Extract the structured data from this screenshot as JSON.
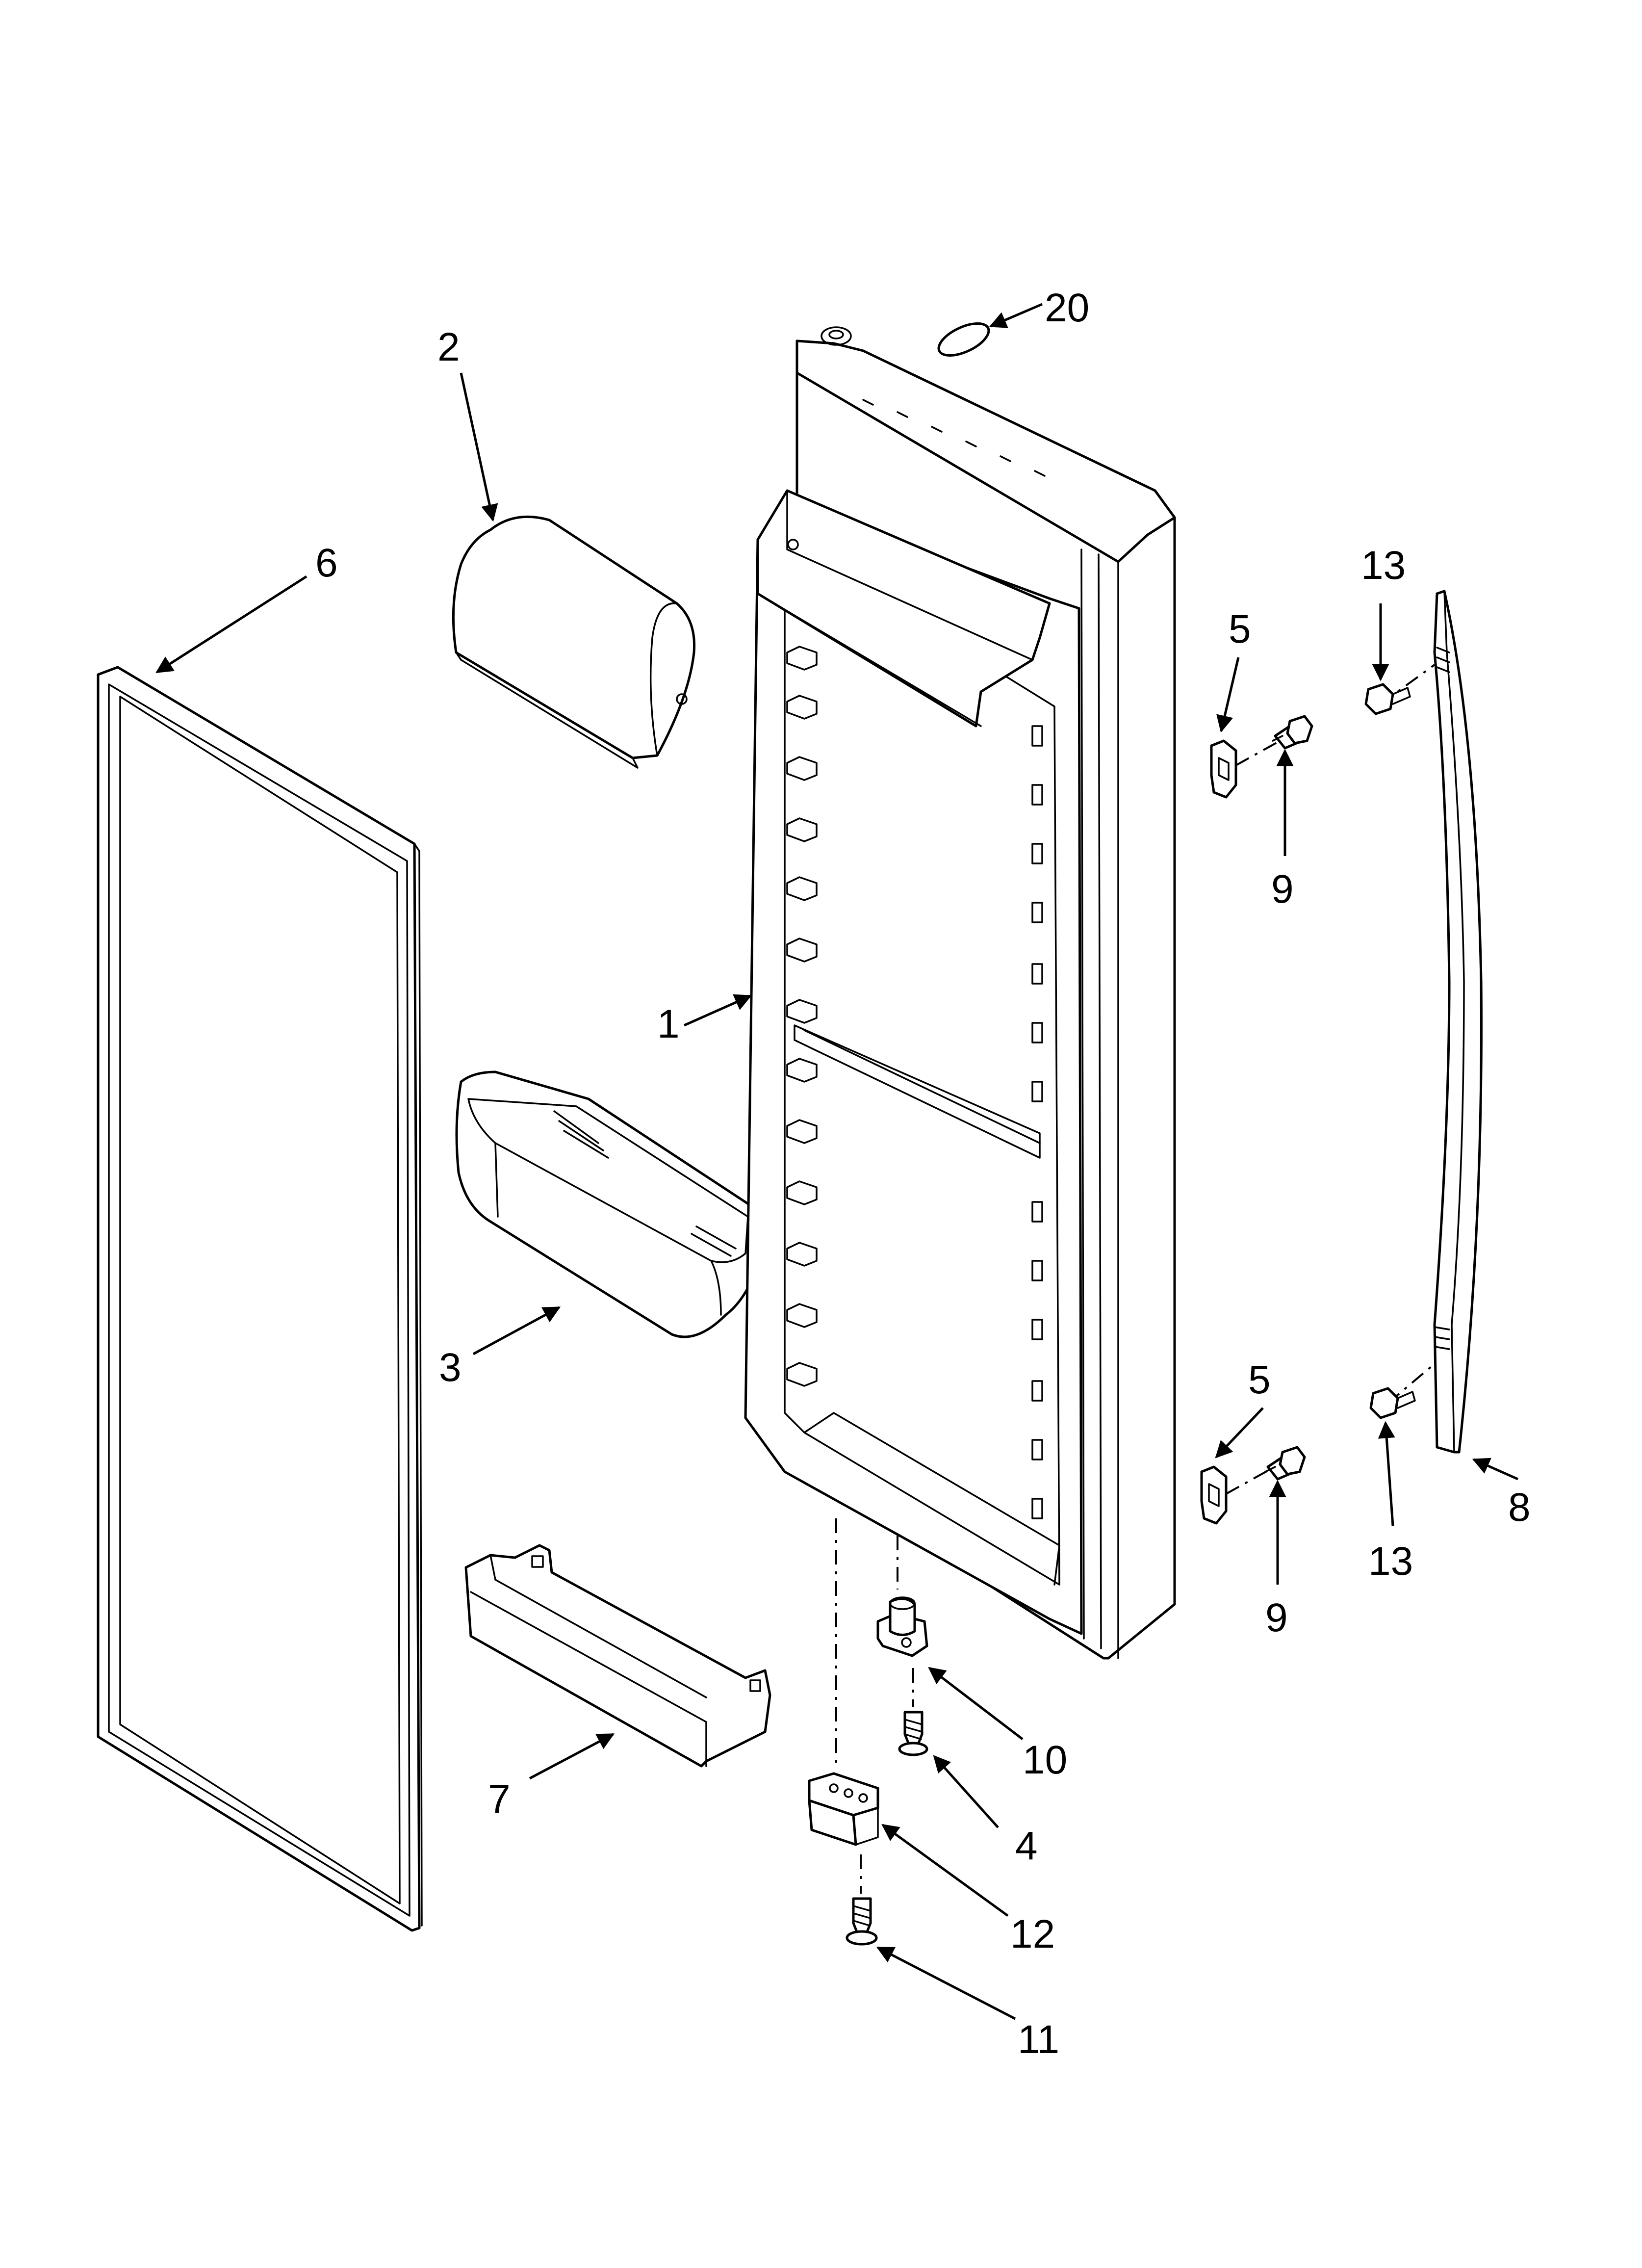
{
  "callouts": [
    {
      "id": "1",
      "label": "1"
    },
    {
      "id": "2",
      "label": "2"
    },
    {
      "id": "3",
      "label": "3"
    },
    {
      "id": "4",
      "label": "4"
    },
    {
      "id": "5a",
      "label": "5"
    },
    {
      "id": "5b",
      "label": "5"
    },
    {
      "id": "6",
      "label": "6"
    },
    {
      "id": "7",
      "label": "7"
    },
    {
      "id": "8",
      "label": "8"
    },
    {
      "id": "9a",
      "label": "9"
    },
    {
      "id": "9b",
      "label": "9"
    },
    {
      "id": "10",
      "label": "10"
    },
    {
      "id": "11",
      "label": "11"
    },
    {
      "id": "12",
      "label": "12"
    },
    {
      "id": "13a",
      "label": "13"
    },
    {
      "id": "13b",
      "label": "13"
    },
    {
      "id": "20",
      "label": "20"
    }
  ]
}
